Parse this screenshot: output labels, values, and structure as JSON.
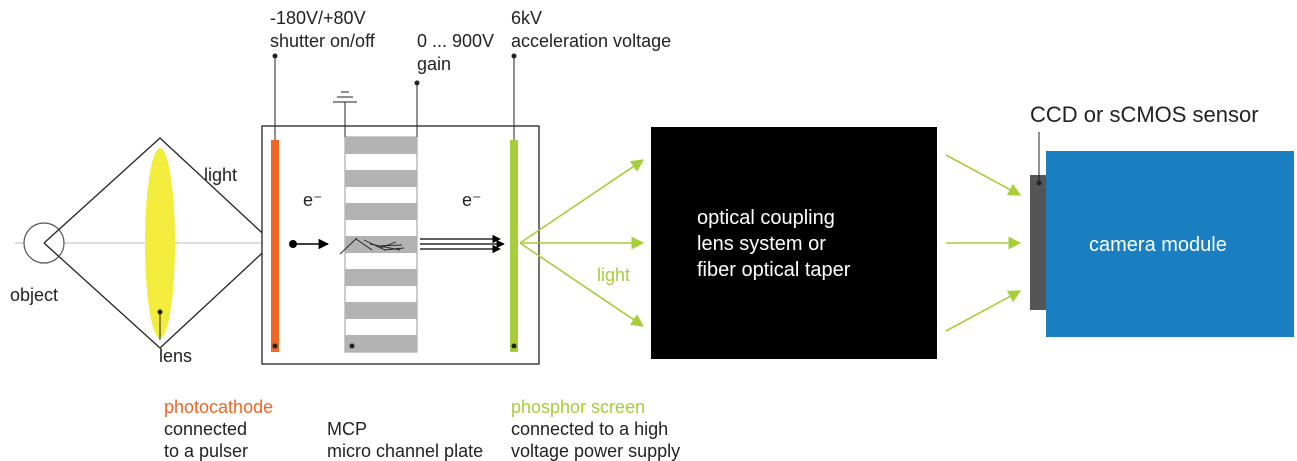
{
  "labels": {
    "shutter_voltage": "-180V/+80V",
    "shutter": "shutter on/off",
    "gain_voltage": "0 ... 900V",
    "gain": "gain",
    "accel_voltage": "6kV",
    "accel": "acceleration voltage",
    "sensor": "CCD or sCMOS sensor",
    "light_left": "light",
    "light_right": "light",
    "electron_1": "e⁻",
    "electron_2": "e⁻",
    "object": "object",
    "lens": "lens",
    "photocathode": "photocathode",
    "photocathode_desc_1": "connected",
    "photocathode_desc_2": "to a pulser",
    "mcp": "MCP",
    "mcp_desc": "micro channel plate",
    "phosphor": "phosphor screen",
    "phosphor_desc_1": "connected to a high",
    "phosphor_desc_2": "voltage power supply",
    "coupling_1": "optical coupling",
    "coupling_2": "lens system or",
    "coupling_3": "fiber optical taper",
    "camera": "camera module"
  },
  "colors": {
    "photocathode": "#f26522",
    "phosphor": "#a6ce39",
    "light": "#a6ce39",
    "lens": "#f2ec3c",
    "mcp_bar": "#b3b3b3",
    "camera": "#1a7fc1",
    "sensor": "#555555",
    "coupling_box": "#000000"
  }
}
